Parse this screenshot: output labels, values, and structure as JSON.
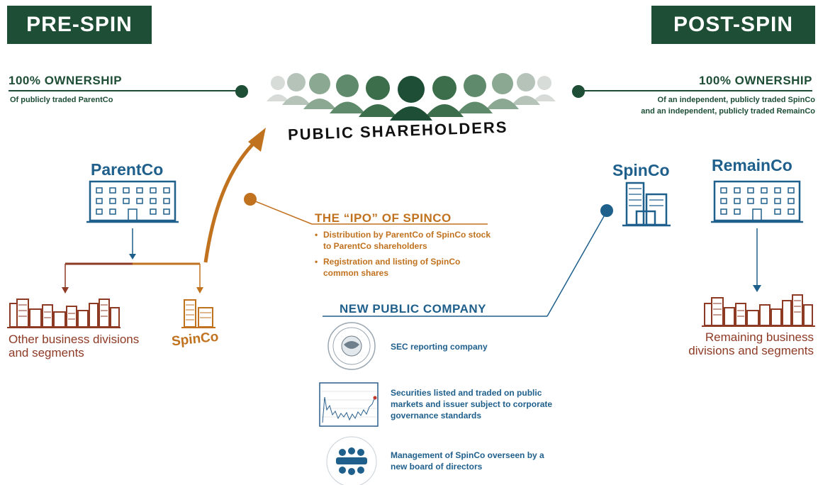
{
  "pre_spin": {
    "banner": "PRE-SPIN",
    "ownership_title": "100% OWNERSHIP",
    "ownership_sub": "Of publicly traded ParentCo",
    "parent_label": "ParentCo",
    "other_divisions": "Other business divisions and segments",
    "spinco_label": "SpinCo"
  },
  "post_spin": {
    "banner": "POST-SPIN",
    "ownership_title": "100% OWNERSHIP",
    "ownership_sub_1": "Of an independent, publicly traded SpinCo",
    "ownership_sub_2": "and an independent, publicly traded RemainCo",
    "spinco_label": "SpinCo",
    "remainco_label": "RemainCo",
    "remaining_divisions": "Remaining business divisions and segments"
  },
  "center": {
    "public_shareholders": "PUBLIC SHAREHOLDERS",
    "ipo_title": "THE “IPO” OF SPINCO",
    "ipo_items": [
      "Distribution by ParentCo of SpinCo stock to ParentCo shareholders",
      "Registration and listing of SpinCo common shares"
    ],
    "new_public_title": "NEW PUBLIC COMPANY",
    "features": [
      "SEC reporting company",
      "Securities listed and traded on public markets and issuer subject to corporate governance standards",
      "Management of SpinCo overseen by a new board of directors"
    ]
  },
  "colors": {
    "dark_green": "#1e4e36",
    "blue": "#1e5f8c",
    "orange": "#c0721f",
    "brick": "#8e3a25"
  },
  "icons": [
    "person-icon",
    "building-icon",
    "city-skyline-icon",
    "sec-seal-icon",
    "stock-chart-icon",
    "board-meeting-icon"
  ]
}
